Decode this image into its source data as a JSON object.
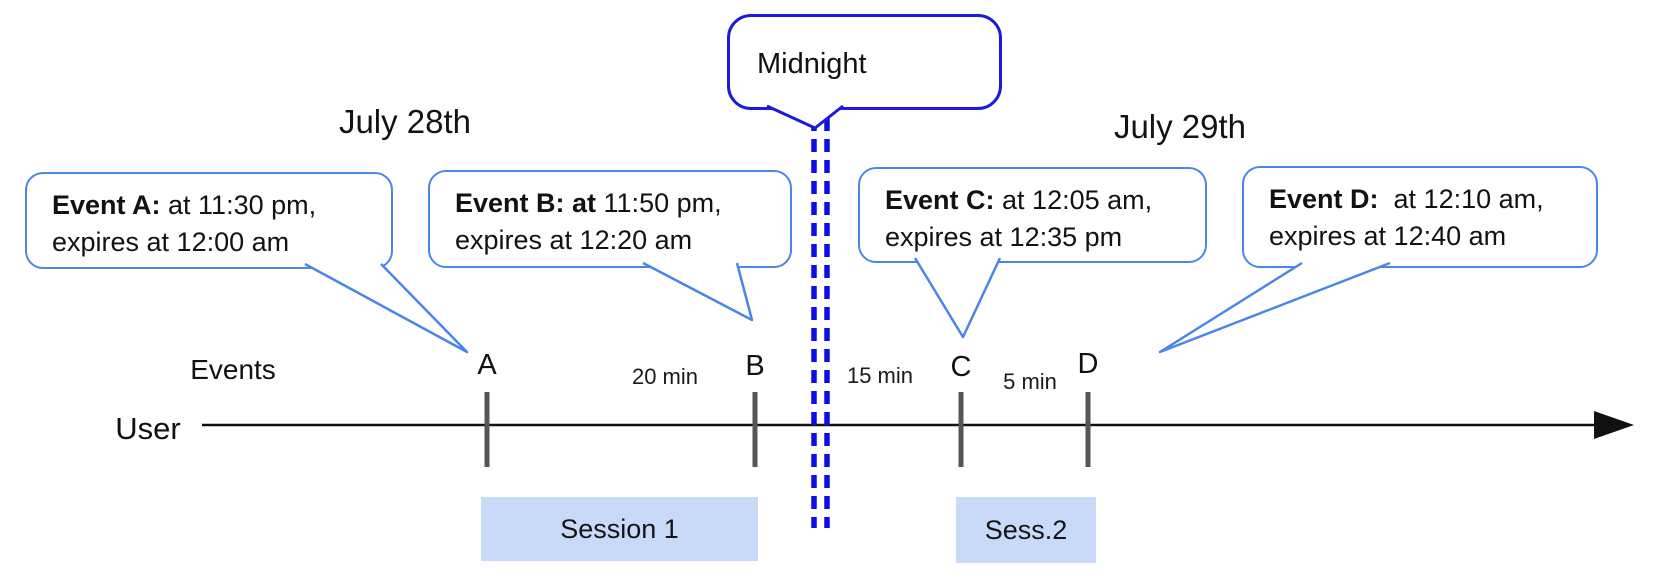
{
  "diagram": {
    "day_left": "July 28th",
    "day_right": "July 29th",
    "midnight_label": "Midnight",
    "events_axis_label": "Events",
    "user_label": "User",
    "callouts": [
      {
        "id": "A",
        "bold": "Event A:",
        "rest": " at 11:30 pm,",
        "line2": "expires at 12:00 am"
      },
      {
        "id": "B",
        "bold": "Event B: at",
        "rest": " 11:50 pm,",
        "line2": "expires at 12:20 am"
      },
      {
        "id": "C",
        "bold": "Event C:",
        "rest": " at 12:05 am,",
        "line2": "expires at 12:35 pm"
      },
      {
        "id": "D",
        "bold": "Event D:",
        "rest": "  at 12:10 am,",
        "line2": "expires at 12:40 am"
      }
    ],
    "ticks": [
      "A",
      "B",
      "C",
      "D"
    ],
    "intervals": [
      "20 min",
      "15 min",
      "5 min"
    ],
    "sessions": [
      "Session 1",
      "Sess.2"
    ],
    "colors": {
      "callout_border_blue": "#4a86e8",
      "midnight_border_blue": "#1b1bd8",
      "dashed_line_blue": "#0d0de8",
      "session_fill_blue": "#c9daf8",
      "tick_gray": "#565656",
      "axis_black": "#111111"
    }
  }
}
